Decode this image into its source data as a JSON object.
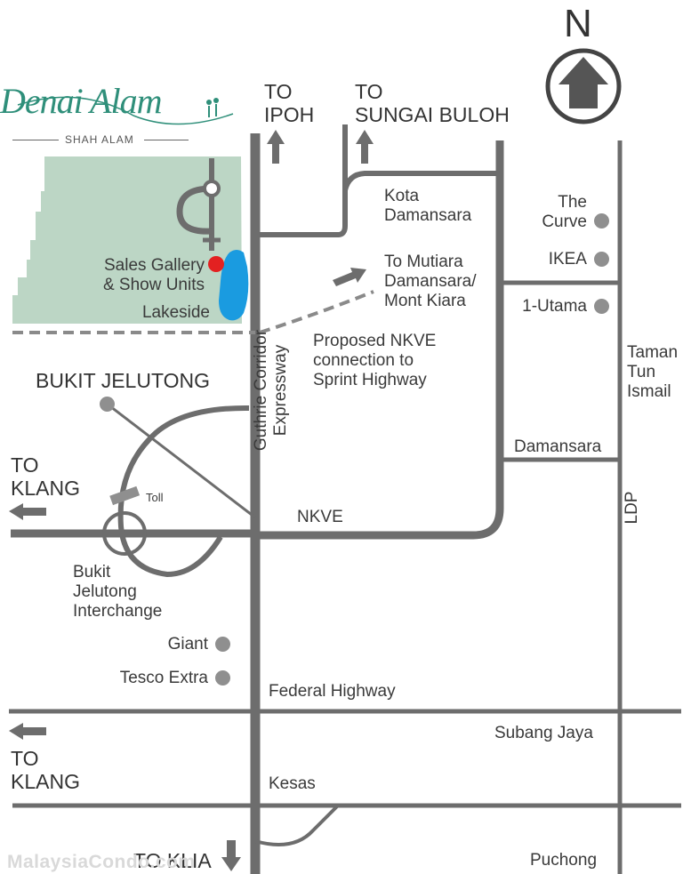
{
  "logo": {
    "brand": "Denai Alam",
    "subtitle": "SHAH ALAM"
  },
  "compass": {
    "letter": "N"
  },
  "directions": {
    "to_ipoh": "TO\nIPOH",
    "to_sungai_buloh": "TO\nSUNGAI BULOH",
    "to_klang_upper": "TO\nKLANG",
    "to_klang_lower": "TO\nKLANG",
    "to_klia": "TO KLIA"
  },
  "roads": {
    "guthrie": "Guthrie Corridor Expressway",
    "nkve": "NKVE",
    "federal": "Federal Highway",
    "kesas": "Kesas",
    "ldp": "LDP",
    "toll": "Toll",
    "proposed": "Proposed NKVE\nconnection to\nSprint Highway"
  },
  "places": {
    "sales_gallery": "Sales Gallery\n& Show Units",
    "lakeside": "Lakeside",
    "kota_damansara": "Kota\nDamansara",
    "to_mutiara": "To Mutiara\nDamansara/\nMont Kiara",
    "the_curve": "The\nCurve",
    "ikea": "IKEA",
    "one_utama": "1-Utama",
    "taman_tun": "Taman\nTun\nIsmail",
    "bukit_jelutong": "BUKIT JELUTONG",
    "damansara": "Damansara",
    "bj_interchange": "Bukit\nJelutong\nInterchange",
    "giant": "Giant",
    "tesco": "Tesco Extra",
    "subang_jaya": "Subang Jaya",
    "puchong": "Puchong"
  },
  "watermark": "MalaysiaCondo.com",
  "colors": {
    "road": "#6d6d6d",
    "development": "#bcd6c5",
    "lake": "#1a9be0",
    "sales_marker": "#e32121",
    "poi": "#8f8f8f",
    "logo": "#2f8f7a"
  }
}
